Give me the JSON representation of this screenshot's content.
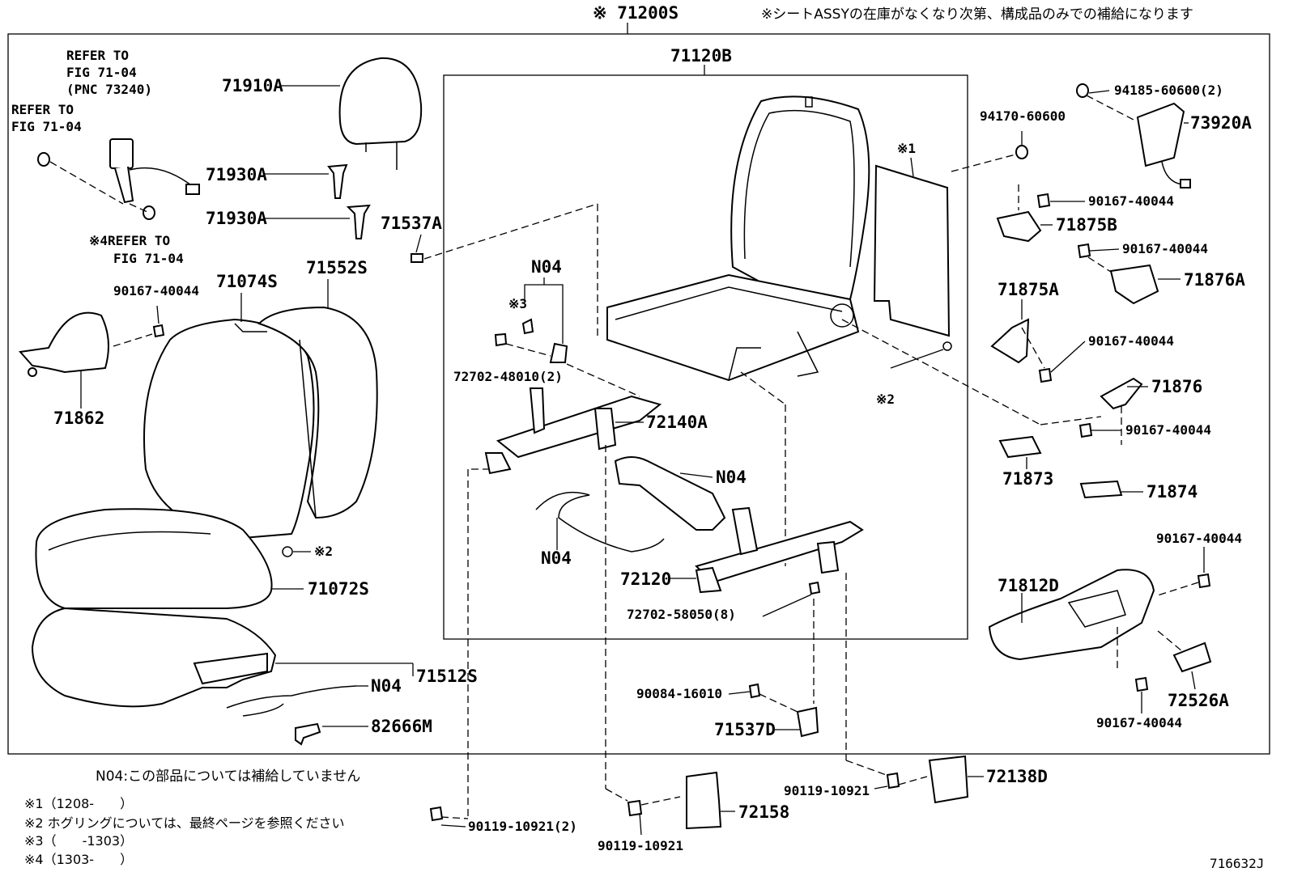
{
  "diagram": {
    "assembly_label": "※ 71200S",
    "header_note": "※シートASSYの在庫がなくなり次第、構成品のみでの補給になります",
    "inner_assembly_label": "71120B",
    "figure_code": "716632J"
  },
  "references": {
    "ref_top": [
      "REFER TO",
      "FIG 71-04",
      "(PNC 73240)"
    ],
    "ref_left": [
      "REFER TO",
      "FIG 71-04"
    ],
    "ref_mid": [
      "※4REFER TO",
      "FIG 71-04"
    ]
  },
  "parts": {
    "p71910A": "71910A",
    "p71930A_1": "71930A",
    "p71930A_2": "71930A",
    "p71537A": "71537A",
    "p90167_left": "90167-40044",
    "p71074S": "71074S",
    "p71552S": "71552S",
    "p71862": "71862",
    "p71072S": "71072S",
    "p71512S": "71512S",
    "pN04_bottom": "N04",
    "p82666M": "82666M",
    "mark2_left": "※2",
    "pN04_top": "N04",
    "mark3": "※3",
    "p72702_48010": "72702-48010(2)",
    "p72140A": "72140A",
    "pN04_mid": "N04",
    "pN04_low": "N04",
    "p72120": "72120",
    "p72702_58050": "72702-58050(8)",
    "mark1": "※1",
    "mark2_right": "※2",
    "p94185": "94185-60600(2)",
    "p73920A": "73920A",
    "p94170": "94170-60600",
    "p90167_r1": "90167-40044",
    "p71875B": "71875B",
    "p90167_r2": "90167-40044",
    "p71876A": "71876A",
    "p71875A": "71875A",
    "p90167_r3": "90167-40044",
    "p71876": "71876",
    "p90167_r4": "90167-40044",
    "p71873": "71873",
    "p71874": "71874",
    "p90167_r5": "90167-40044",
    "p71812D": "71812D",
    "p72526A": "72526A",
    "p90167_r6": "90167-40044",
    "p90084": "90084-16010",
    "p71537D": "71537D",
    "p90119_a": "90119-10921(2)",
    "p72158": "72158",
    "p90119_b": "90119-10921",
    "p90119_c": "90119-10921",
    "p72138D": "72138D"
  },
  "footnotes": {
    "n04": "N04:この部品については補給していません",
    "f1": "※1（1208-　　）",
    "f2": "※2 ホグリングについては、最終ページを参照ください",
    "f3": "※3（　　-1303）",
    "f4": "※4（1303-　　）"
  }
}
